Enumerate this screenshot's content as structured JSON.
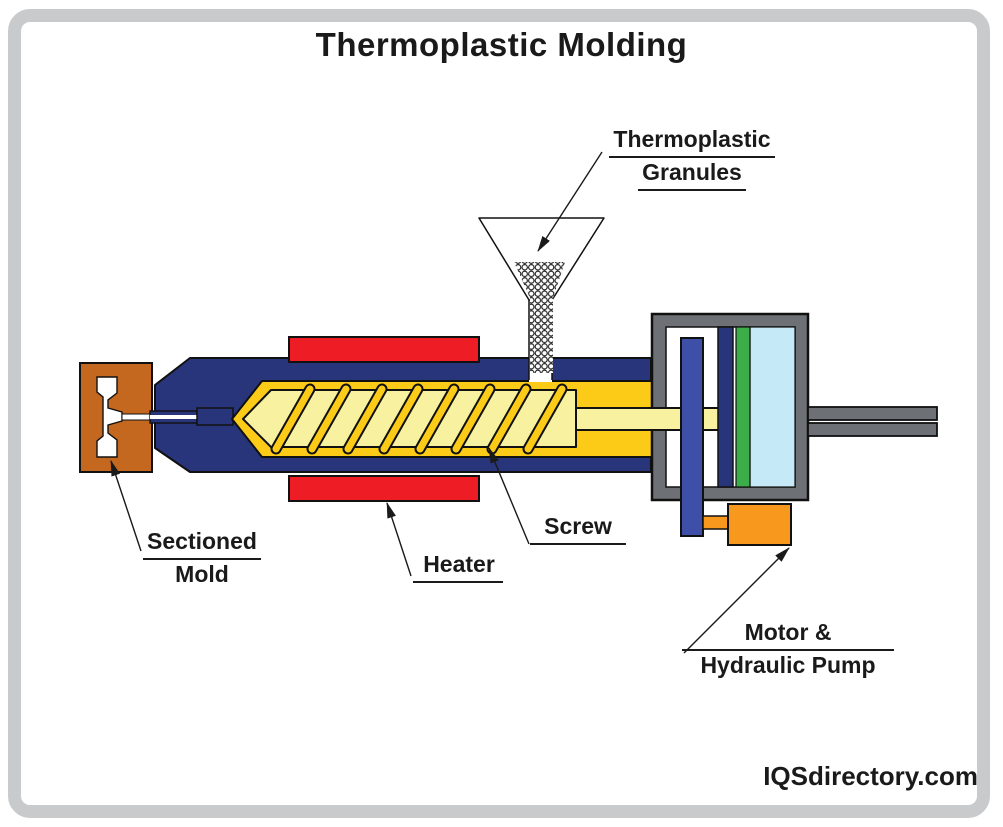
{
  "title": "Thermoplastic Molding",
  "branding": {
    "watermark": "IQSdirectory.com"
  },
  "labels": {
    "granules_line1": "Thermoplastic",
    "granules_line2": "Granules",
    "mold_line1": "Sectioned",
    "mold_line2": "Mold",
    "heater": "Heater",
    "screw": "Screw",
    "motor_line1": "Motor &",
    "motor_line2": "Hydraulic Pump"
  },
  "colors": {
    "frame": "#C9CACC",
    "text": "#1a1a1a",
    "barrel_navy": "#28357A",
    "heater_red": "#EE1D25",
    "screw_gold": "#FBCB18",
    "screw_pale": "#F8F2A0",
    "mold_orange": "#C4671F",
    "pump_orange": "#F8991D",
    "piston_blue": "#3E4FA8",
    "hydraulic_green": "#3BAE49",
    "hydraulic_lightblue": "#C6E9F8",
    "housing_gray": "#6D7175"
  }
}
